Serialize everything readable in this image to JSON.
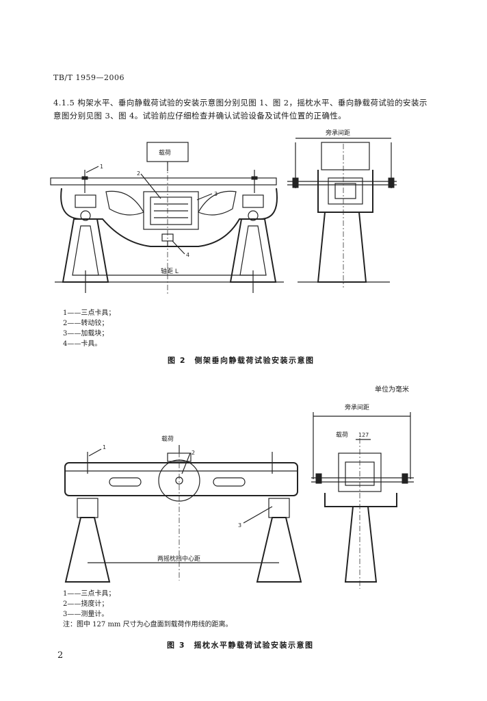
{
  "header": {
    "doc_code": "TB/T 1959—2006"
  },
  "paragraph": {
    "line1": "4.1.5  构架水平、垂向静载荷试验的安装示意图分别见图 1、图 2，摇枕水平、垂向静载荷试验的安装示",
    "line2": "意图分别见图 3、图 4。试验前应仔细检查并确认试验设备及试件位置的正确性。"
  },
  "fig2": {
    "labels": {
      "load": "载荷",
      "wheelbase": "轴距 L",
      "side_distance": "旁承间距",
      "n1": "1",
      "n2": "2",
      "n3": "3",
      "n4": "4"
    },
    "legend": [
      "1——三点卡具；",
      "2——转动铰；",
      "3——加载块；",
      "4——卡具。"
    ],
    "caption": "图 2　侧架垂向静载荷试验安装示意图"
  },
  "fig3": {
    "unit": "单位为毫米",
    "labels": {
      "load": "载荷",
      "center_distance": "两摇枕挡中心距",
      "side_distance": "旁承间距",
      "load_right": "载荷",
      "dim": "127",
      "n1": "1",
      "n2": "2",
      "n3": "3"
    },
    "legend": [
      "1——三点卡具；",
      "2——挠度计；",
      "3——测量计。"
    ],
    "note": "注：图中 127 mm 尺寸为心盘面到载荷作用线的距离。",
    "caption": "图 3　摇枕水平静载荷试验安装示意图"
  },
  "page_number": "2"
}
